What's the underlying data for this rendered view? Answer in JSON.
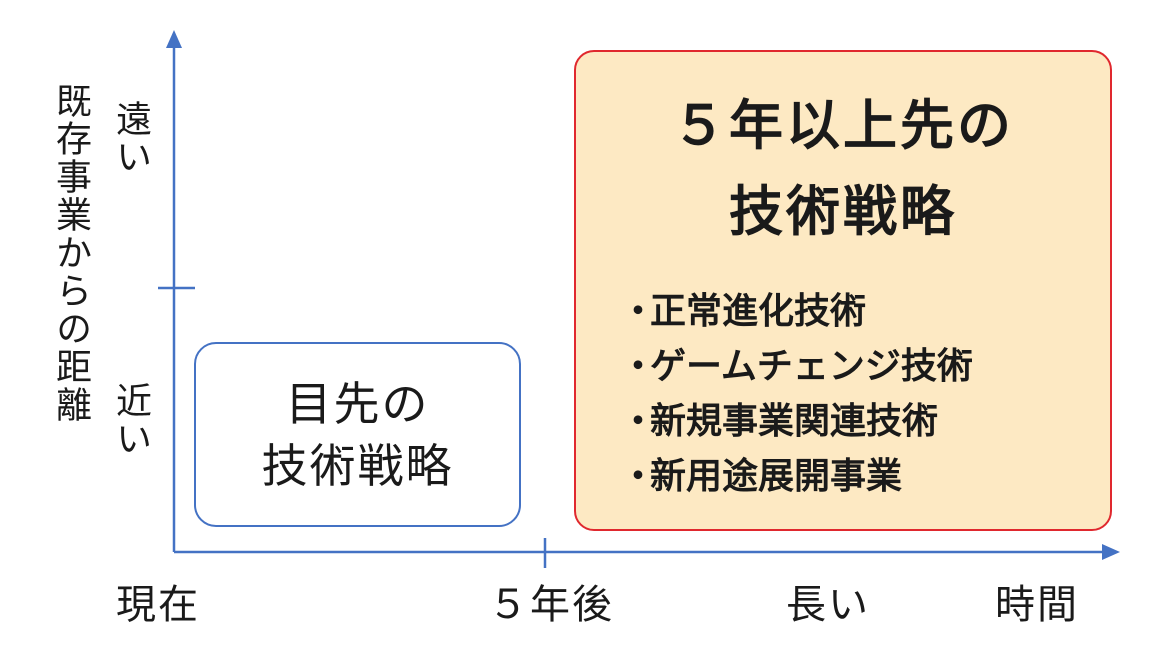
{
  "axes": {
    "y_label": "既存事業からの距離",
    "y_far": "遠い",
    "y_near": "近い",
    "x_now": "現在",
    "x_5y": "５年後",
    "x_long": "長い",
    "x_time": "時間"
  },
  "near_box": {
    "line1": "目先の",
    "line2": "技術戦略"
  },
  "far_box": {
    "line1": "５年以上先の",
    "line2": "技術戦略",
    "bullet": "・",
    "items": [
      "正常進化技術",
      "ゲームチェンジ技術",
      "新規事業関連技術",
      "新用途展開事業"
    ]
  },
  "colors": {
    "axis": "#4472c4",
    "near_border": "#4472c4",
    "far_border": "#e0282e",
    "far_fill": "#fde9c3"
  }
}
